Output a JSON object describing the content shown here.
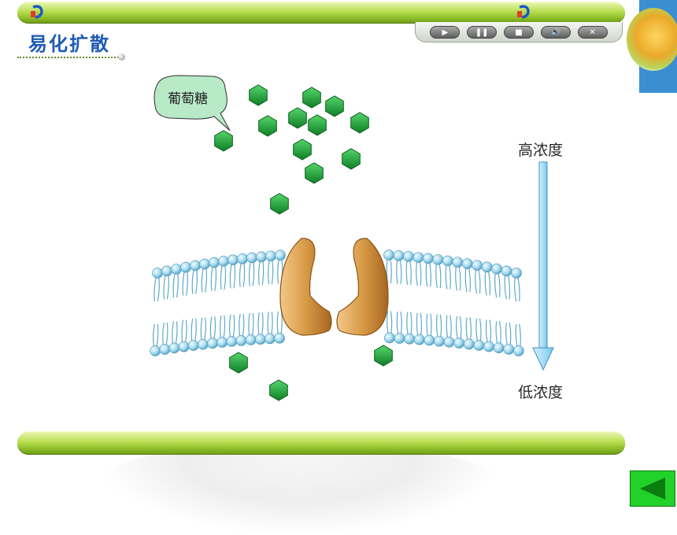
{
  "page": {
    "title": "易化扩散"
  },
  "controls": {
    "play_label": "▶",
    "pause_label": "❚❚",
    "stop_label": "■",
    "volume_label": "🔊",
    "close_label": "✕"
  },
  "diagram": {
    "solute_label": "葡萄糖",
    "high_label": "高浓度",
    "low_label": "低浓度"
  },
  "colors": {
    "bar_green": "#9ccc37",
    "title_blue": "#1f5bb5",
    "glucose_green": "#1fa33a",
    "lipid_head": "#a9dcef",
    "protein": "#c98a3a",
    "arrow_fill": "#a6def5",
    "bubble_fill": "#b9eac8",
    "back_button": "#22d12a"
  }
}
